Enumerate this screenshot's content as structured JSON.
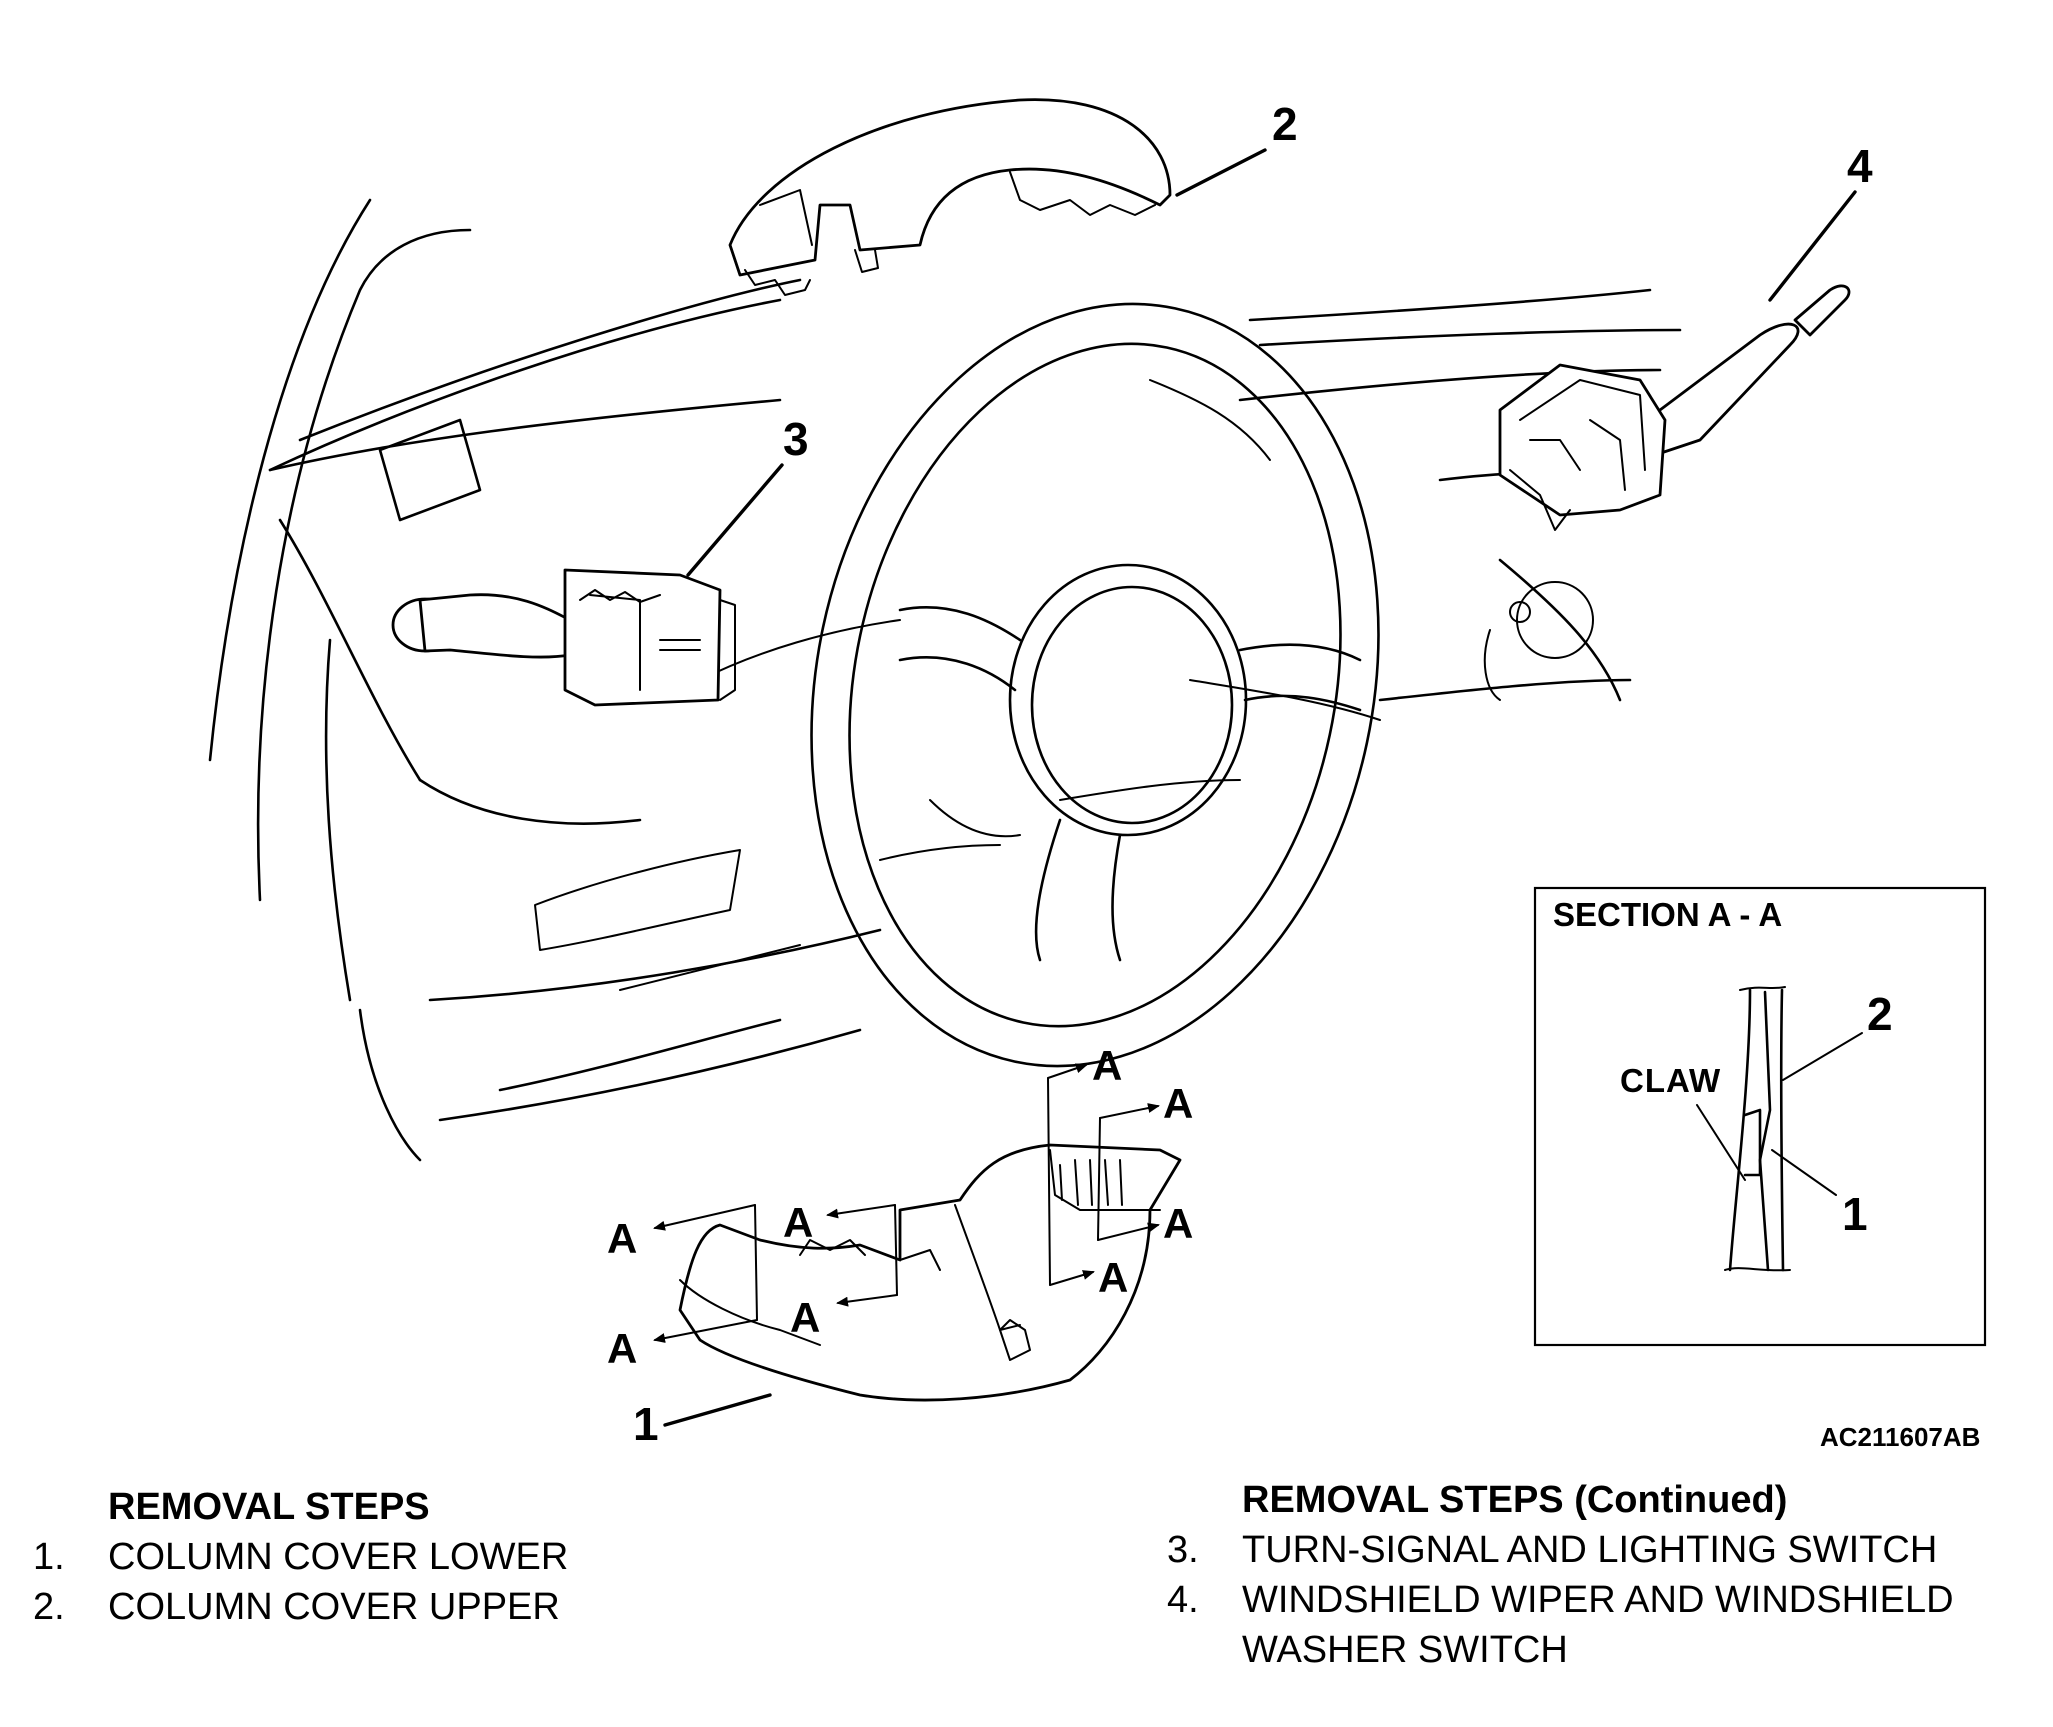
{
  "figure": {
    "id": "AC211607AB",
    "callouts": [
      "1",
      "2",
      "3",
      "4"
    ],
    "section_label": "A",
    "section": {
      "title": "SECTION A - A",
      "claw_label": "CLAW",
      "callouts": [
        "2",
        "1"
      ]
    }
  },
  "steps_left": {
    "heading": "REMOVAL STEPS",
    "items": [
      {
        "num": "1.",
        "text": "COLUMN COVER LOWER"
      },
      {
        "num": "2.",
        "text": "COLUMN COVER UPPER"
      }
    ]
  },
  "steps_right": {
    "heading": "REMOVAL STEPS (Continued)",
    "items": [
      {
        "num": "3.",
        "text": "TURN-SIGNAL AND LIGHTING SWITCH"
      },
      {
        "num": "4.",
        "text": "WINDSHIELD WIPER AND WINDSHIELD WASHER SWITCH"
      }
    ]
  }
}
